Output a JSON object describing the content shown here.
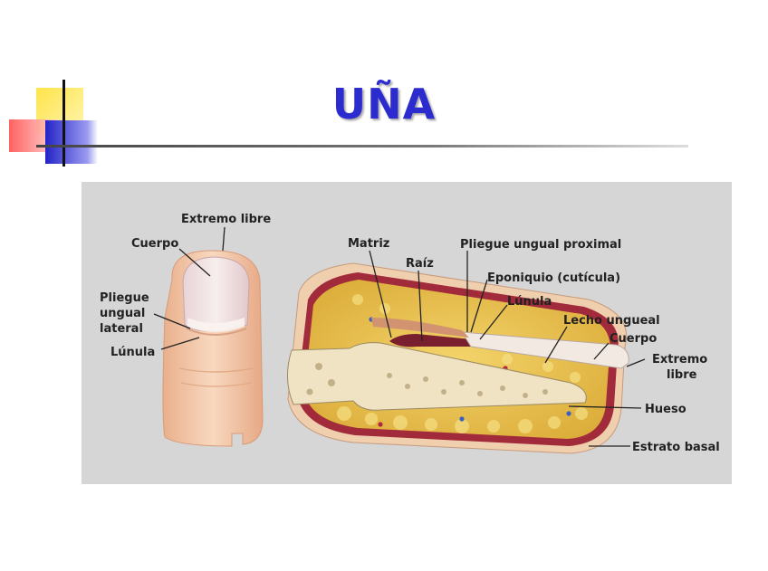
{
  "title": "UÑA",
  "labels": {
    "extremo_libre_left": "Extremo libre",
    "cuerpo_left": "Cuerpo",
    "pliegue_1": "Pliegue",
    "pliegue_2": "ungual",
    "pliegue_3": "lateral",
    "lunula_left": "Lúnula",
    "matriz": "Matriz",
    "raiz": "Raíz",
    "pliegue_proximal": "Pliegue ungual proximal",
    "eponiquio": "Eponiquio (cutícula)",
    "lunula_right": "Lúnula",
    "lecho": "Lecho ungueal",
    "cuerpo_right": "Cuerpo",
    "extremo_1": "Extremo",
    "extremo_2": "libre",
    "hueso": "Hueso",
    "estrato": "Estrato basal"
  },
  "colors": {
    "title": "#2b2bd0",
    "panel": "#d6d6d6",
    "skin": "#f2c9a8",
    "fat": "#e8c24a",
    "bone": "#efe3c4",
    "dermis": "#9e2a3a",
    "nail": "#f1e9e2"
  }
}
